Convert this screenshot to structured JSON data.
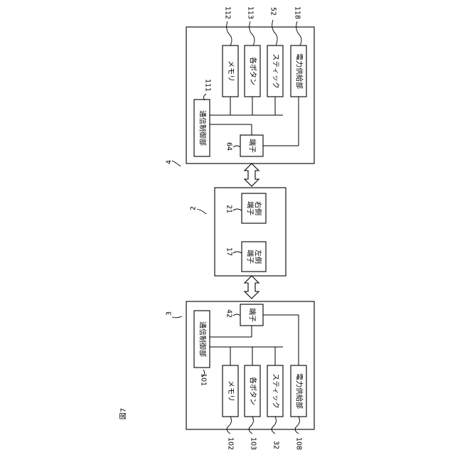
{
  "figure_label": "図7",
  "upper_unit": {
    "ref": "4",
    "comm_control": {
      "label": "通信制御部",
      "ref": "111"
    },
    "terminal": {
      "label": "端子",
      "ref": "64"
    },
    "blocks": [
      {
        "label": "メモリ",
        "ref": "112"
      },
      {
        "label": "各ボタン",
        "ref": "113"
      },
      {
        "label": "スティック",
        "ref": "52"
      },
      {
        "label": "電力供給部",
        "ref": "118"
      }
    ]
  },
  "middle_unit": {
    "ref": "2",
    "right_terminal": {
      "label": "右側端子",
      "line1": "右側",
      "line2": "端子",
      "ref": "21"
    },
    "left_terminal": {
      "label": "左側端子",
      "line1": "左側",
      "line2": "端子",
      "ref": "17"
    }
  },
  "lower_unit": {
    "ref": "3",
    "comm_control": {
      "label": "通信制御部",
      "ref": "101"
    },
    "terminal": {
      "label": "端子",
      "ref": "42"
    },
    "blocks": [
      {
        "label": "メモリ",
        "ref": "102"
      },
      {
        "label": "各ボタン",
        "ref": "103"
      },
      {
        "label": "スティック",
        "ref": "32"
      },
      {
        "label": "電力供給部",
        "ref": "108"
      }
    ]
  }
}
